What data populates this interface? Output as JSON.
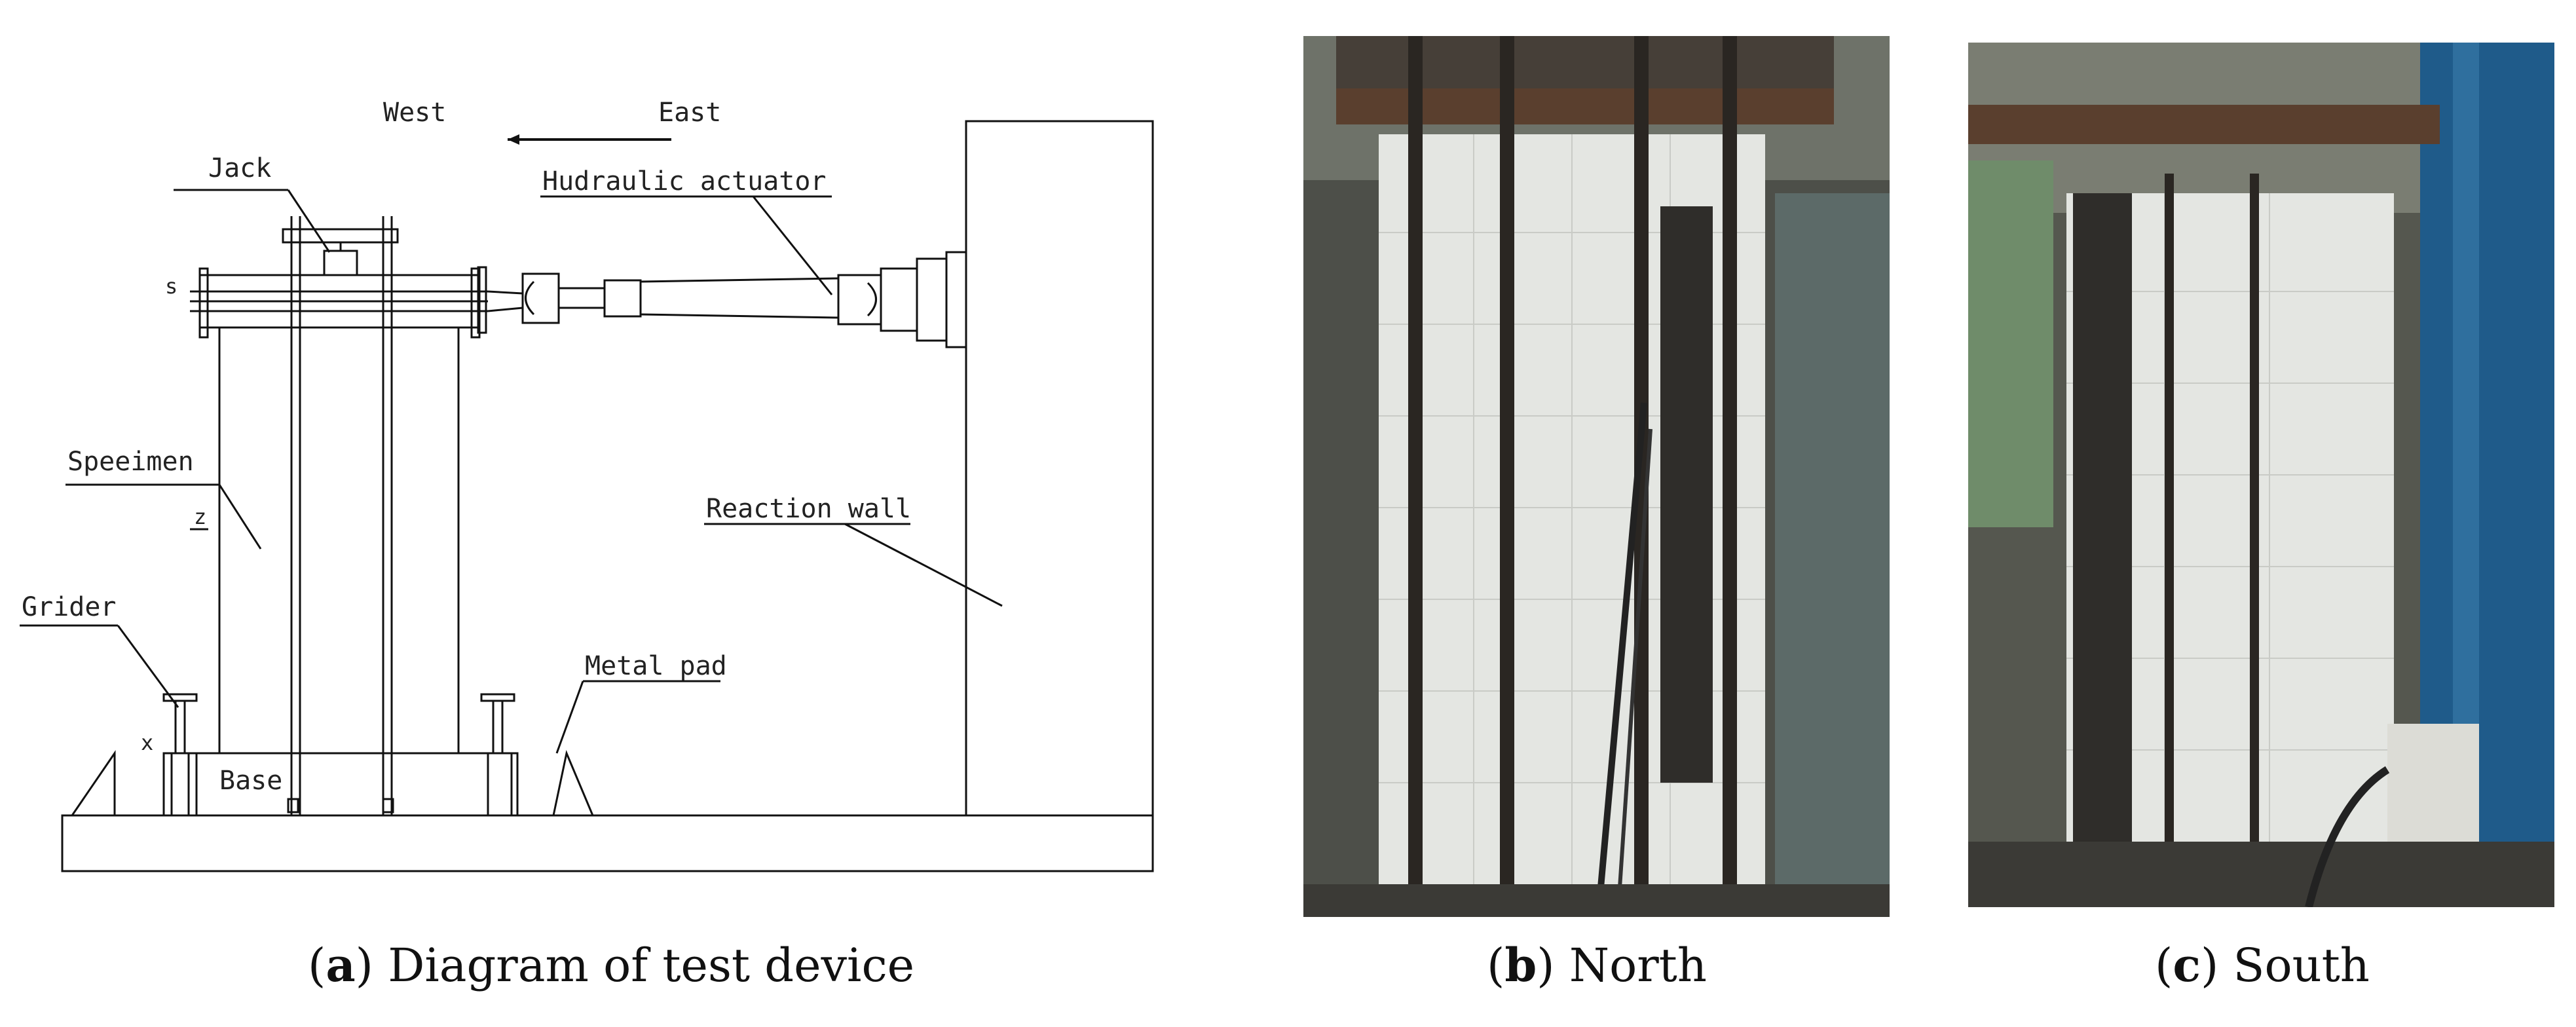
{
  "diagram": {
    "direction": {
      "west": "West",
      "east": "East"
    },
    "labels": {
      "jack": "Jack",
      "actuator": "Hudraulic actuator",
      "specimen": "Speeimen",
      "z_axis": "z",
      "s_axis": "s",
      "x_axis": "x",
      "grider": "Grider",
      "metal_pad": "Metal pad",
      "base": "Base",
      "reaction_wall": "Reaction wall"
    }
  },
  "captions": {
    "a": {
      "tag": "a",
      "text": " Diagram of test device"
    },
    "b": {
      "tag": "b",
      "text": " North"
    },
    "c": {
      "tag": "c",
      "text": " South"
    }
  },
  "colors": {
    "photo_background": "#5a5a52",
    "column_concrete": "#e4e6e2",
    "steel_frame": "#3a2f28",
    "blue_frame": "#1f5b8a"
  }
}
